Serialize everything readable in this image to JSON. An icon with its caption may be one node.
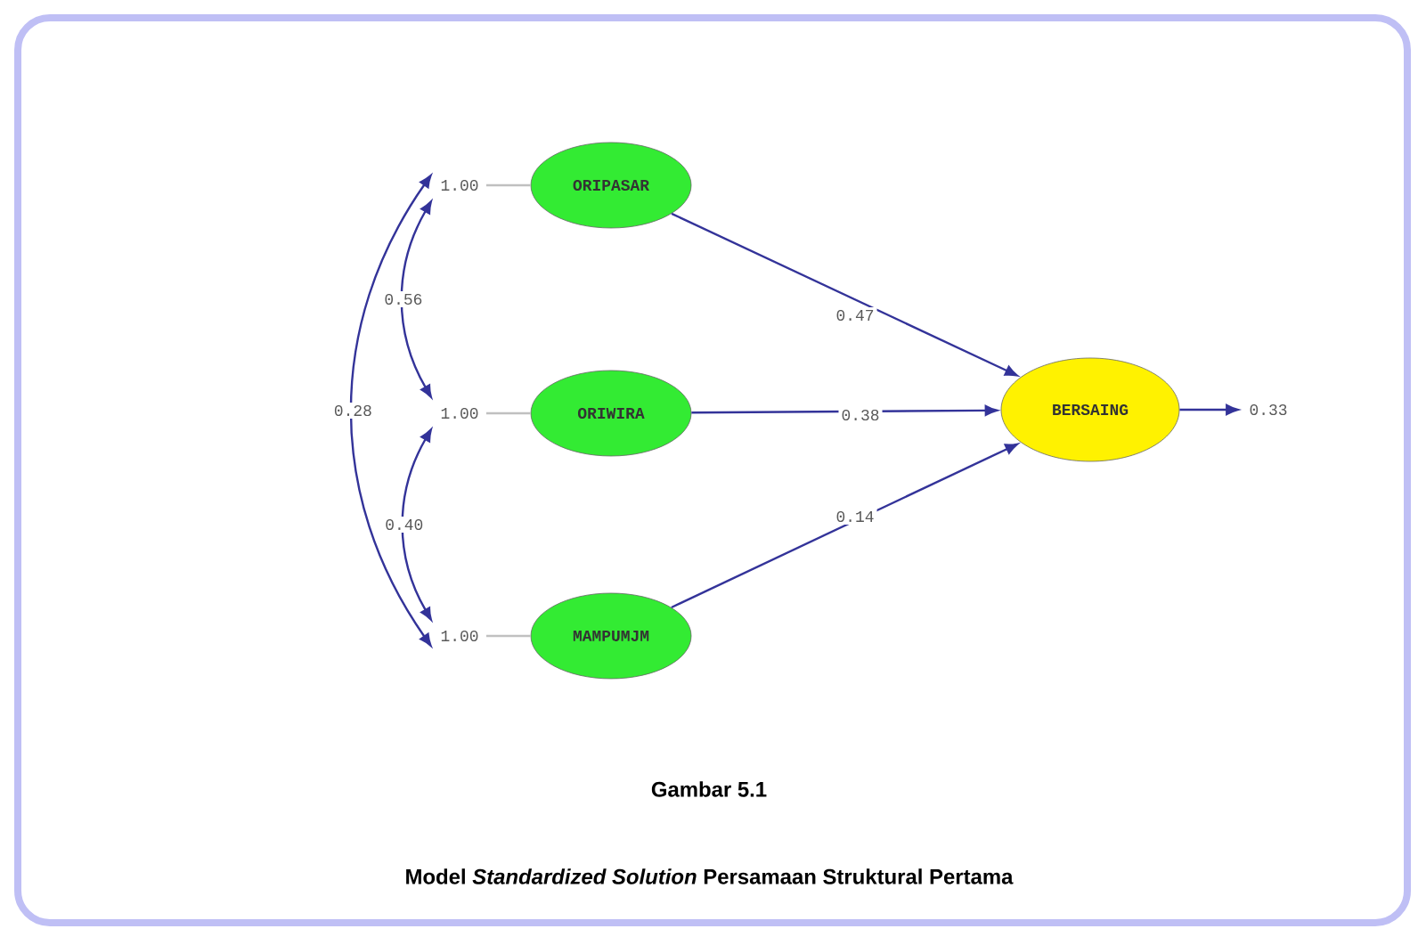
{
  "diagram": {
    "caption": "Model *Standardized Solution* Persamaan Struktural Pertama",
    "nodes": [
      {
        "text": [
          "1.00"
        ]
      },
      {
        "text": [
          "ORIPASAR"
        ]
      },
      {
        "text": [
          "1.00"
        ]
      },
      {
        "text": [
          "ORIWIRA"
        ]
      },
      {
        "text": [
          "1.00"
        ]
      },
      {
        "text": [
          "MAMPUMJM"
        ]
      },
      {
        "text": [
          "BERSAING"
        ]
      },
      {
        "text": [
          "0.33"
        ]
      }
    ],
    "edges": [
      {
        "from": 0,
        "to": 1,
        "arrow": "none",
        "color": "#c0c0c0"
      },
      {
        "from": 2,
        "to": 3,
        "arrow": "none",
        "color": "#c0c0c0"
      },
      {
        "from": 4,
        "to": 5,
        "arrow": "none",
        "color": "#c0c0c0"
      },
      {
        "from": 0,
        "to": 2,
        "arrow": "both",
        "label": "0.56"
      },
      {
        "from": 2,
        "to": 4,
        "arrow": "both",
        "label": "0.40"
      },
      {
        "from": 0,
        "to": 4,
        "arrow": "both",
        "label": "0.28"
      },
      {
        "from": 1,
        "to": 6,
        "arrow": "to",
        "label": "0.47"
      },
      {
        "from": 3,
        "to": 6,
        "arrow": "to",
        "label": "0.38"
      },
      {
        "from": 5,
        "to": 6,
        "arrow": "to",
        "label": "0.14"
      },
      {
        "from": 6,
        "to": 7,
        "arrow": "to"
      }
    ],
    "labels": [
      "Gambar 5.1"
    ]
  }
}
